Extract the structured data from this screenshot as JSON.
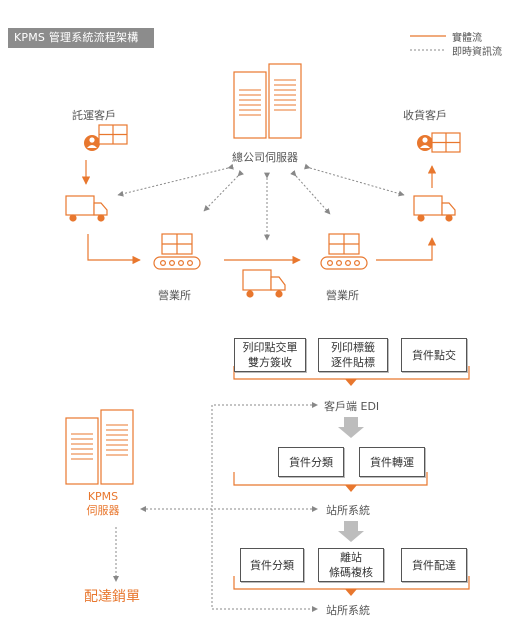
{
  "title": "KPMS 管理系統流程架構",
  "legend": {
    "solid_label": "實體流",
    "dashed_label": "即時資訊流"
  },
  "top_flow": {
    "server_label": "總公司伺服器",
    "shipper_label": "託運客戶",
    "receiver_label": "收貨客戶",
    "office_left_label": "營業所",
    "office_right_label": "營業所"
  },
  "bottom_flow": {
    "row1": [
      {
        "line1": "列印點交單",
        "line2": "雙方簽收"
      },
      {
        "line1": "列印標籤",
        "line2": "逐件貼標"
      },
      {
        "line1": "貨件點交",
        "line2": ""
      }
    ],
    "edi_label": "客戶端 EDI",
    "row2": [
      {
        "line1": "貨件分類",
        "line2": ""
      },
      {
        "line1": "貨件轉運",
        "line2": ""
      }
    ],
    "station_label_1": "站所系統",
    "row3": [
      {
        "line1": "貨件分類",
        "line2": ""
      },
      {
        "line1": "離站",
        "line2": "條碼複核"
      },
      {
        "line1": "貨件配達",
        "line2": ""
      }
    ],
    "station_label_2": "站所系統",
    "kpms_label_line1": "KPMS",
    "kpms_label_line2": "伺服器",
    "delivery_label": "配達銷單"
  },
  "colors": {
    "accent": "#e8772e",
    "text": "#555555",
    "arrow_gray": "#bbbbbb",
    "badge": "#8c8c8c"
  }
}
